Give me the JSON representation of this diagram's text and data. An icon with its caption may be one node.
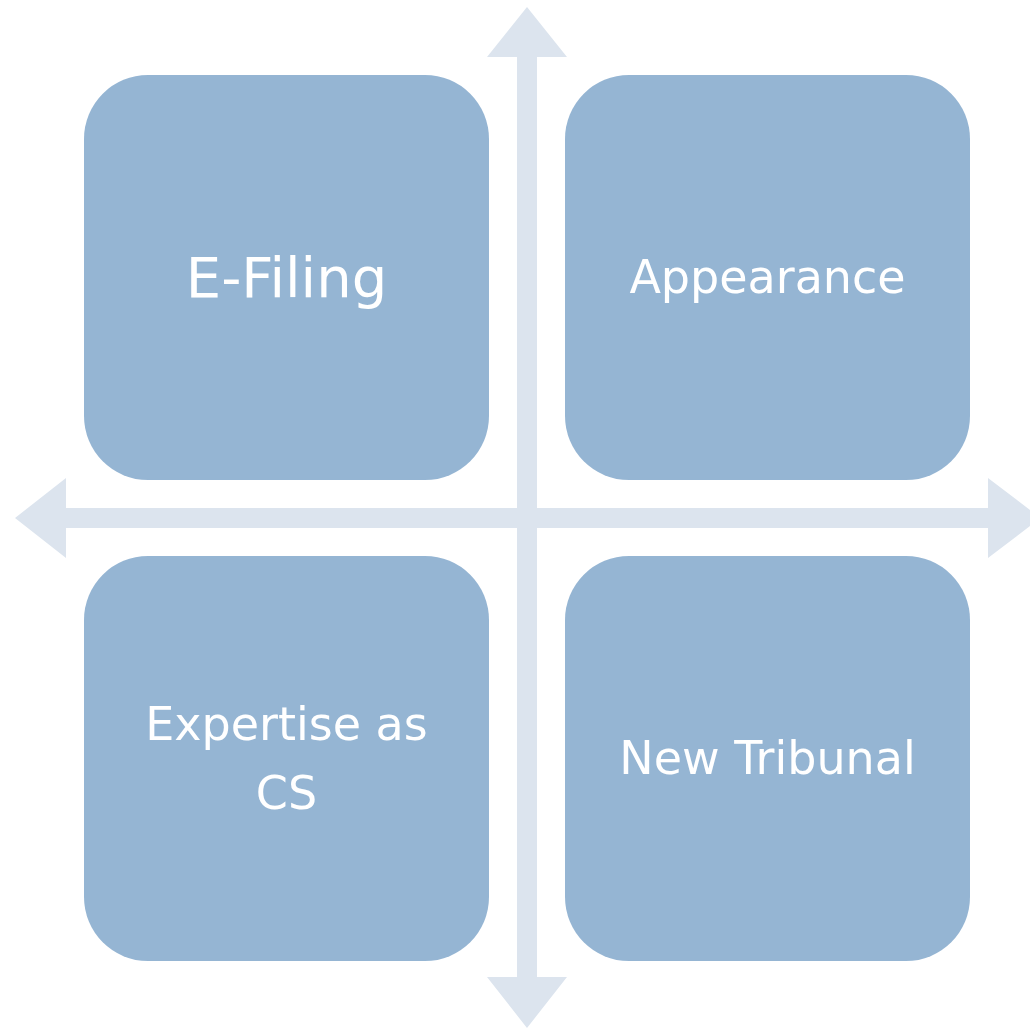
{
  "diagram": {
    "nodes": [
      {
        "text": [
          "E-Filing"
        ]
      },
      {
        "text": [
          "Appearance"
        ]
      },
      {
        "text": [
          "Expertise as CS"
        ]
      },
      {
        "text": [
          "New Tribunal"
        ]
      }
    ]
  }
}
